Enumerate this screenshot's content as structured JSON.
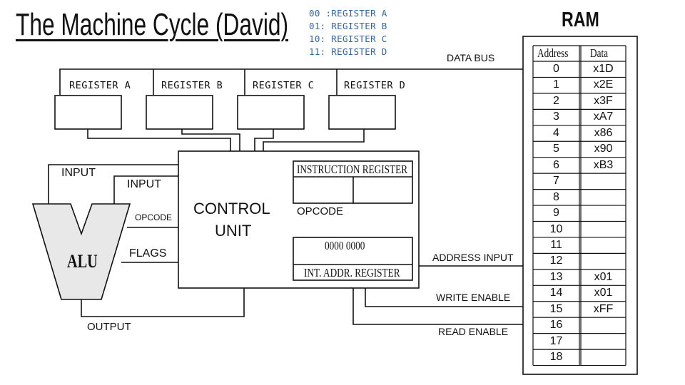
{
  "title": "The Machine Cycle (David)",
  "register_codes": [
    "00 :REGISTER A",
    "01: REGISTER B",
    "10: REGISTER C",
    "11: REGISTER D"
  ],
  "registers": [
    "REGISTER A",
    "REGISTER B",
    "REGISTER C",
    "REGISTER D"
  ],
  "bus_labels": {
    "data_bus": "DATA BUS",
    "address_input": "ADDRESS INPUT",
    "write_enable": "WRITE ENABLE",
    "read_enable": "READ ENABLE"
  },
  "alu": {
    "label": "ALU",
    "input1": "INPUT",
    "input2": "INPUT",
    "opcode": "OPCODE",
    "flags": "FLAGS",
    "output": "OUTPUT"
  },
  "control_unit": {
    "line1": "CONTROL",
    "line2": "UNIT",
    "instruction_register": "INSTRUCTION REGISTER",
    "opcode_label": "OPCODE",
    "address_value": "0000 0000",
    "int_addr_register": "INT. ADDR. REGISTER"
  },
  "ram": {
    "title": "RAM",
    "col_address": "Address",
    "col_data": "Data",
    "rows": [
      {
        "address": "0",
        "data": "x1D"
      },
      {
        "address": "1",
        "data": "x2E"
      },
      {
        "address": "2",
        "data": "x3F"
      },
      {
        "address": "3",
        "data": "xA7"
      },
      {
        "address": "4",
        "data": "x86"
      },
      {
        "address": "5",
        "data": "x90"
      },
      {
        "address": "6",
        "data": "xB3"
      },
      {
        "address": "7",
        "data": ""
      },
      {
        "address": "8",
        "data": ""
      },
      {
        "address": "9",
        "data": ""
      },
      {
        "address": "10",
        "data": ""
      },
      {
        "address": "11",
        "data": ""
      },
      {
        "address": "12",
        "data": ""
      },
      {
        "address": "13",
        "data": "x01"
      },
      {
        "address": "14",
        "data": "x01"
      },
      {
        "address": "15",
        "data": "xFF"
      },
      {
        "address": "16",
        "data": ""
      },
      {
        "address": "17",
        "data": ""
      },
      {
        "address": "18",
        "data": ""
      }
    ]
  },
  "colors": {
    "line": "#111111",
    "legend_text": "#2f66a3",
    "alu_fill": "#e8e8e8"
  }
}
